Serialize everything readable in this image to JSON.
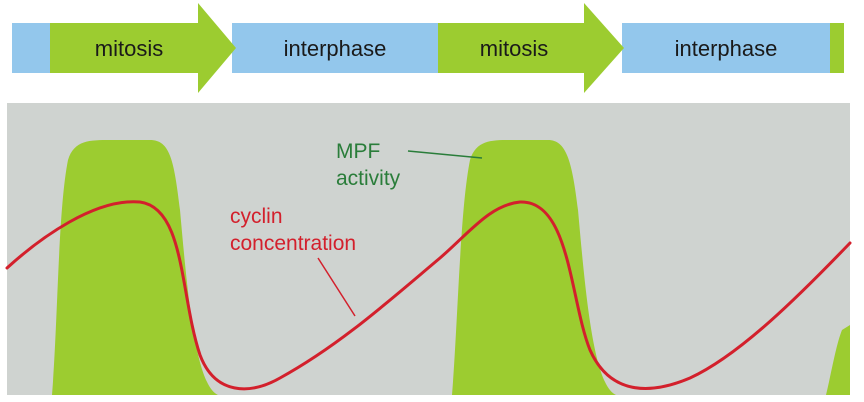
{
  "colors": {
    "mitosis": "#9ccc30",
    "interphase": "#93c7ec",
    "mpf_fill": "#9ccc30",
    "panel_background": "#cfd3d0",
    "cyclin_curve": "#d3202c",
    "mpf_label": "#2a7d3a",
    "cyclin_label": "#d3202c"
  },
  "phases": [
    {
      "kind": "interphase",
      "label": ""
    },
    {
      "kind": "mitosis",
      "label": "mitosis"
    },
    {
      "kind": "interphase",
      "label": "interphase"
    },
    {
      "kind": "mitosis",
      "label": "mitosis"
    },
    {
      "kind": "interphase",
      "label": "interphase"
    },
    {
      "kind": "mitosis",
      "label": ""
    }
  ],
  "labels": {
    "mpf_line1": "MPF",
    "mpf_line2": "activity",
    "cyclin_line1": "cyclin",
    "cyclin_line2": "concentration"
  }
}
